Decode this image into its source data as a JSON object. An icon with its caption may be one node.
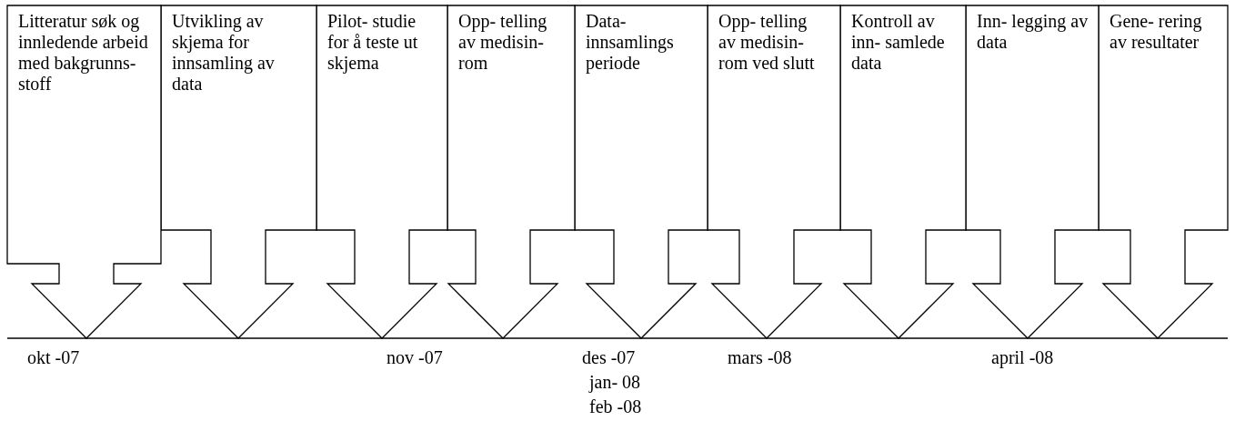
{
  "diagram": {
    "nodes": [
      {
        "text": [
          "Litteratur søk og innledende arbeid med bakgrunns- stoff"
        ]
      },
      {
        "text": [
          "Utvikling av skjema for innsamling av data"
        ]
      },
      {
        "text": [
          "Pilot- studie for å teste ut skjema"
        ]
      },
      {
        "text": [
          "Opp- telling av medisin- rom"
        ]
      },
      {
        "text": [
          "Data- innsamlings periode"
        ]
      },
      {
        "text": [
          "Opp- telling av medisin- rom ved slutt"
        ]
      },
      {
        "text": [
          "Kontroll av inn- samlede data"
        ]
      },
      {
        "text": [
          "Inn- legging av data"
        ]
      },
      {
        "text": [
          "Gene- rering av resultater"
        ]
      }
    ],
    "edges": [],
    "labels": [
      "okt -07",
      "nov -07",
      "des -07",
      "jan- 08",
      "feb -08",
      "mars -08",
      "april -08"
    ]
  }
}
